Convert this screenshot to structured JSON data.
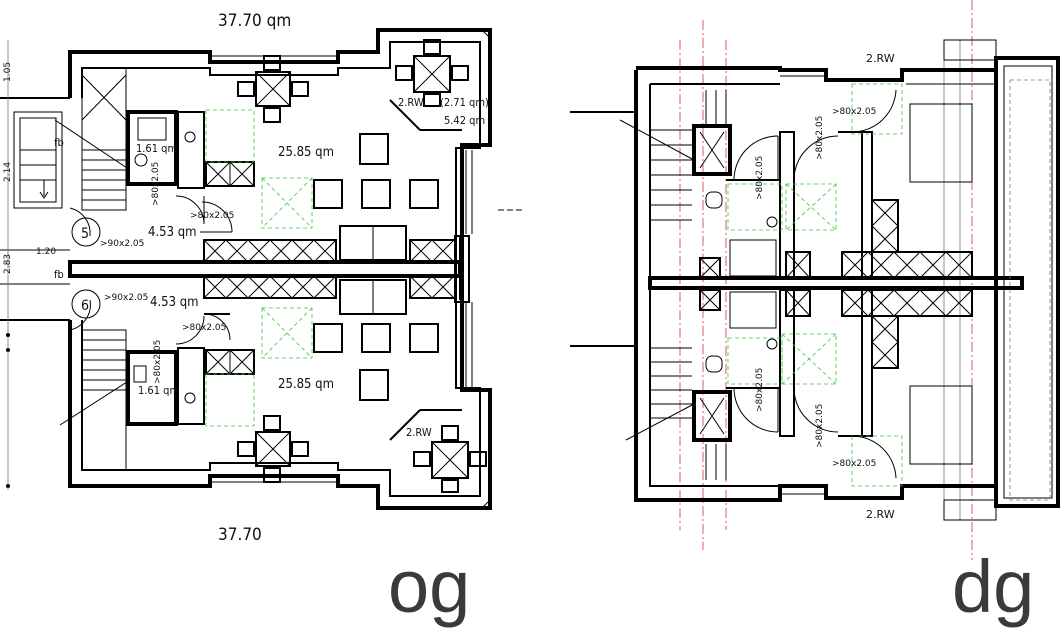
{
  "labels": {
    "area_top": "37.70 qm",
    "area_bottom": "37.70",
    "balcony_top_code": "2.RW",
    "balcony_top_area_paren": "(2.71 qm)",
    "balcony_top_area": "5.42 qm",
    "balcony_bottom_code": "2.RW",
    "room_top": "25.85 qm",
    "room_bottom": "25.85 qm",
    "bath_top": "1.61 qm",
    "bath_bottom": "1.61 qm",
    "hall_top": "4.53 qm",
    "hall_bottom": "4.53 qm",
    "door_a": ">80x2.05",
    "door_b": ">80x2.05",
    "door_c": ">80x2.05",
    "door_d": ">80x2.05",
    "entry_top": ">90x2.05",
    "entry_bottom": ">90x2.05",
    "unit_5": "5",
    "unit_6": "6",
    "fb_top": "fb",
    "fb_bottom": "fb",
    "dim_1": "1.20",
    "dim_2": "2.83",
    "dim_3": "1.05",
    "dim_4": "2.14",
    "dg_rw_top": "2.RW",
    "dg_rw_bottom": "2.RW",
    "dg_door_1": ">80x2.05",
    "dg_door_2": ">80x2.05",
    "dg_door_3": ">80x2.05",
    "dg_door_4": ">80x2.05",
    "dg_door_5": ">80x2.05",
    "dg_door_6": ">80x2.05",
    "floor_og": "og",
    "floor_dg": "dg"
  }
}
